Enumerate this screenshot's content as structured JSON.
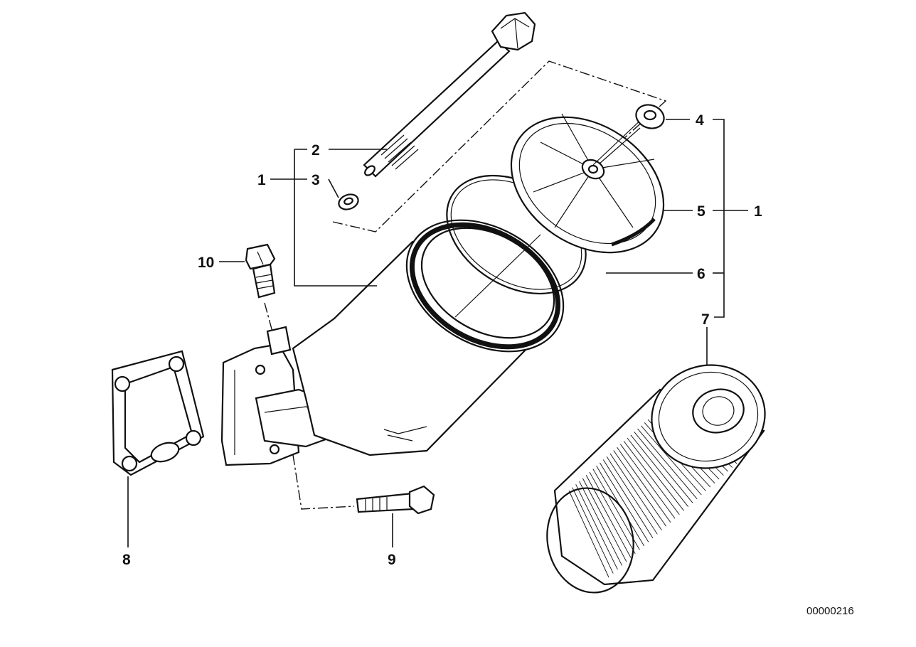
{
  "diagram": {
    "callouts": {
      "c1_left": "1",
      "c2": "2",
      "c3": "3",
      "c4": "4",
      "c5": "5",
      "c1_right": "1",
      "c6": "6",
      "c7": "7",
      "c8": "8",
      "c9": "9",
      "c10": "10"
    },
    "reference_number": "00000216"
  }
}
